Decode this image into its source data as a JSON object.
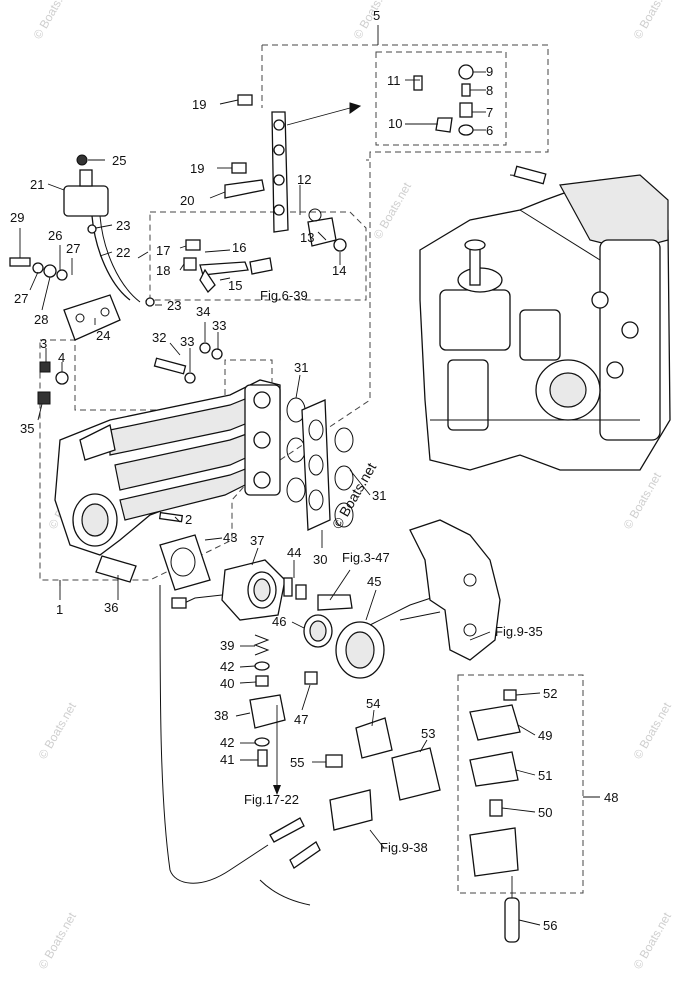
{
  "callouts": {
    "n1": "1",
    "n2": "2",
    "n3": "3",
    "n4": "4",
    "n5": "5",
    "n6": "6",
    "n7": "7",
    "n8": "8",
    "n9": "9",
    "n10": "10",
    "n11": "11",
    "n12": "12",
    "n13": "13",
    "n14": "14",
    "n15": "15",
    "n16": "16",
    "n17": "17",
    "n18": "18",
    "n19a": "19",
    "n19b": "19",
    "n20": "20",
    "n21": "21",
    "n22": "22",
    "n23a": "23",
    "n23b": "23",
    "n24": "24",
    "n25": "25",
    "n26": "26",
    "n27a": "27",
    "n27b": "27",
    "n28": "28",
    "n29": "29",
    "n30": "30",
    "n31a": "31",
    "n31b": "31",
    "n32": "32",
    "n33a": "33",
    "n33b": "33",
    "n34": "34",
    "n35": "35",
    "n36": "36",
    "n37": "37",
    "n38": "38",
    "n39": "39",
    "n40": "40",
    "n41": "41",
    "n42a": "42",
    "n42b": "42",
    "n43": "43",
    "n44": "44",
    "n45": "45",
    "n46": "46",
    "n47": "47",
    "n48": "48",
    "n49": "49",
    "n50": "50",
    "n51": "51",
    "n52": "52",
    "n53": "53",
    "n54": "54",
    "n55": "55",
    "n56": "56"
  },
  "figure_refs": {
    "fig_6_39": "Fig.6-39",
    "fig_3_47": "Fig.3-47",
    "fig_9_35": "Fig.9-35",
    "fig_17_22": "Fig.17-22",
    "fig_9_38": "Fig.9-38"
  },
  "watermarks": {
    "main": "© Boats.net",
    "faint": "© Boats.net"
  }
}
